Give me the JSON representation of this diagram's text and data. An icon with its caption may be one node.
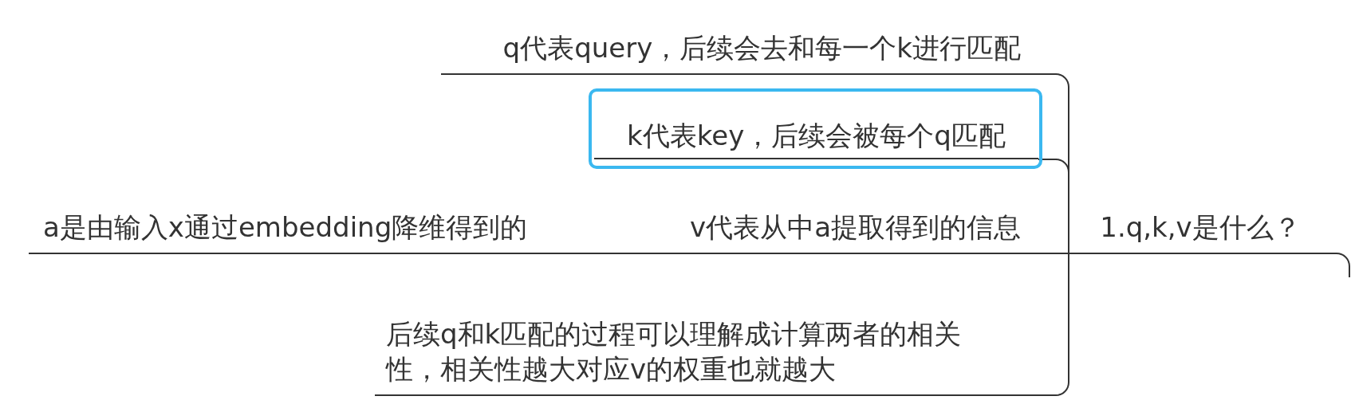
{
  "diagram": {
    "nodes": [
      {
        "text": [
          "1.q,k,v是什么？"
        ]
      },
      {
        "text": [
          "q代表query，后续会去和每一个k进行匹配"
        ]
      },
      {
        "text": [
          "k代表key，后续会被每个q匹配"
        ]
      },
      {
        "text": [
          "v代表从中a提取得到的信息"
        ]
      },
      {
        "text": [
          "a是由输入x通过embedding降维得到的"
        ]
      },
      {
        "text": [
          "后续q和k匹配的过程可以理解成计算两者的相关性，相关性越大对应v的权重也就越大"
        ]
      }
    ],
    "edges": [
      {
        "from": null,
        "to": 0,
        "arrow": "none"
      },
      {
        "from": 0,
        "to": 1,
        "arrow": "none"
      },
      {
        "from": 0,
        "to": 2,
        "arrow": "none"
      },
      {
        "from": 0,
        "to": 3,
        "arrow": "none"
      },
      {
        "from": 3,
        "to": 4,
        "arrow": "none"
      },
      {
        "from": 0,
        "to": 5,
        "arrow": "none"
      }
    ]
  }
}
